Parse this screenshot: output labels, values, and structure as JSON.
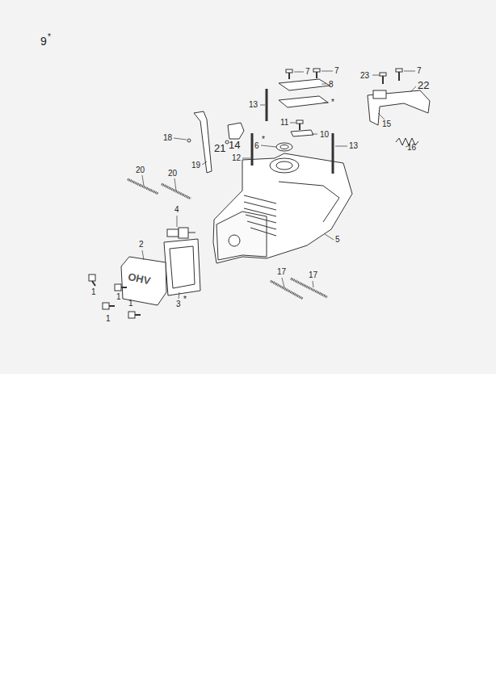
{
  "diagram": {
    "labels": [
      "9",
      "*",
      "7",
      "7",
      "23",
      "7",
      "8",
      "22",
      "13",
      "*",
      "15",
      "11",
      "10",
      "18",
      "21",
      "14",
      "6",
      "*",
      "13",
      "16",
      "12",
      "19",
      "20",
      "20",
      "4",
      "2",
      "5",
      "17",
      "17",
      "1",
      "1",
      "1",
      "1",
      "3",
      "*",
      "OHV"
    ]
  }
}
